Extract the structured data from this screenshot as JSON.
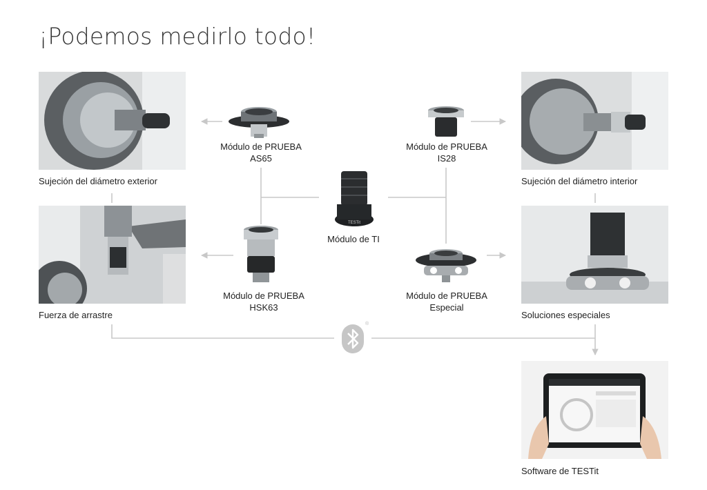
{
  "title": "¡Podemos medirlo todo!",
  "photos": {
    "od_clamping": "Sujeción del diámetro exterior",
    "id_clamping": "Sujeción del diámetro interior",
    "drawbar_force": "Fuerza de arrastre",
    "special_solutions": "Soluciones especiales",
    "software": "Software de TESTit"
  },
  "modules": {
    "as65": {
      "line1": "Módulo de PRUEBA",
      "line2": "AS65"
    },
    "is28": {
      "line1": "Módulo de PRUEBA",
      "line2": "IS28"
    },
    "hsk63": {
      "line1": "Módulo de PRUEBA",
      "line2": "HSK63"
    },
    "special": {
      "line1": "Módulo de PRUEBA",
      "line2": "Especial"
    },
    "ti": {
      "line1": "Módulo de TI"
    }
  },
  "device_brand": "TESTit",
  "icons": {
    "bluetooth": "bluetooth-icon",
    "registered": "®"
  },
  "colors": {
    "connector": "#c8c8c8",
    "metal_dark": "#2a2a2a",
    "metal_light": "#bfc3c6"
  }
}
